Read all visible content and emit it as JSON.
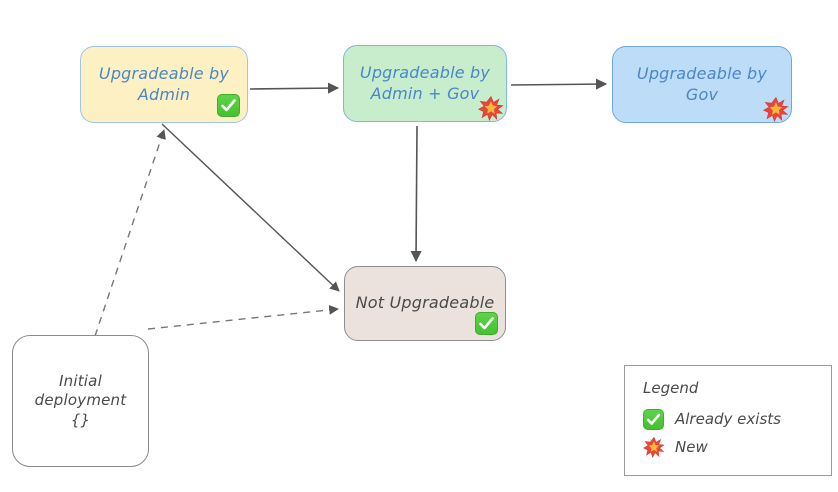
{
  "diagram": {
    "background_color": "#ffffff",
    "nodes": [
      {
        "id": "admin",
        "label": "Upgradeable by\nAdmin",
        "badge": "check-badge",
        "fill": "#fdf0c2",
        "text_color": "#4a86c8"
      },
      {
        "id": "admin-gov",
        "label": "Upgradeable by\nAdmin + Gov",
        "badge": "burst-badge",
        "fill": "#c7edcd",
        "text_color": "#4a86c8"
      },
      {
        "id": "gov",
        "label": "Upgradeable by\nGov",
        "badge": "burst-badge",
        "fill": "#bddcf7",
        "text_color": "#4a86c8"
      },
      {
        "id": "not-upgradeable",
        "label": "Not Upgradeable",
        "badge": "check-badge",
        "fill": "#ebe2dd",
        "text_color": "#4a4a4a"
      },
      {
        "id": "initial",
        "label": "Initial\ndeployment\n{}",
        "badge": null,
        "fill": "#ffffff",
        "text_color": "#4a4a4a"
      }
    ],
    "edges": [
      {
        "from": "admin",
        "to": "admin-gov",
        "style": "solid"
      },
      {
        "from": "admin-gov",
        "to": "gov",
        "style": "solid"
      },
      {
        "from": "admin-gov",
        "to": "not-upgradeable",
        "style": "solid"
      },
      {
        "from": "admin",
        "to": "not-upgradeable",
        "style": "solid"
      },
      {
        "from": "initial",
        "to": "admin",
        "style": "dashed"
      },
      {
        "from": "initial",
        "to": "not-upgradeable",
        "style": "dashed"
      }
    ],
    "edge_color": "#555555"
  },
  "legend": {
    "title": "Legend",
    "items": [
      {
        "icon": "check-badge",
        "label": "Already exists"
      },
      {
        "icon": "burst-badge",
        "label": "New"
      }
    ]
  }
}
